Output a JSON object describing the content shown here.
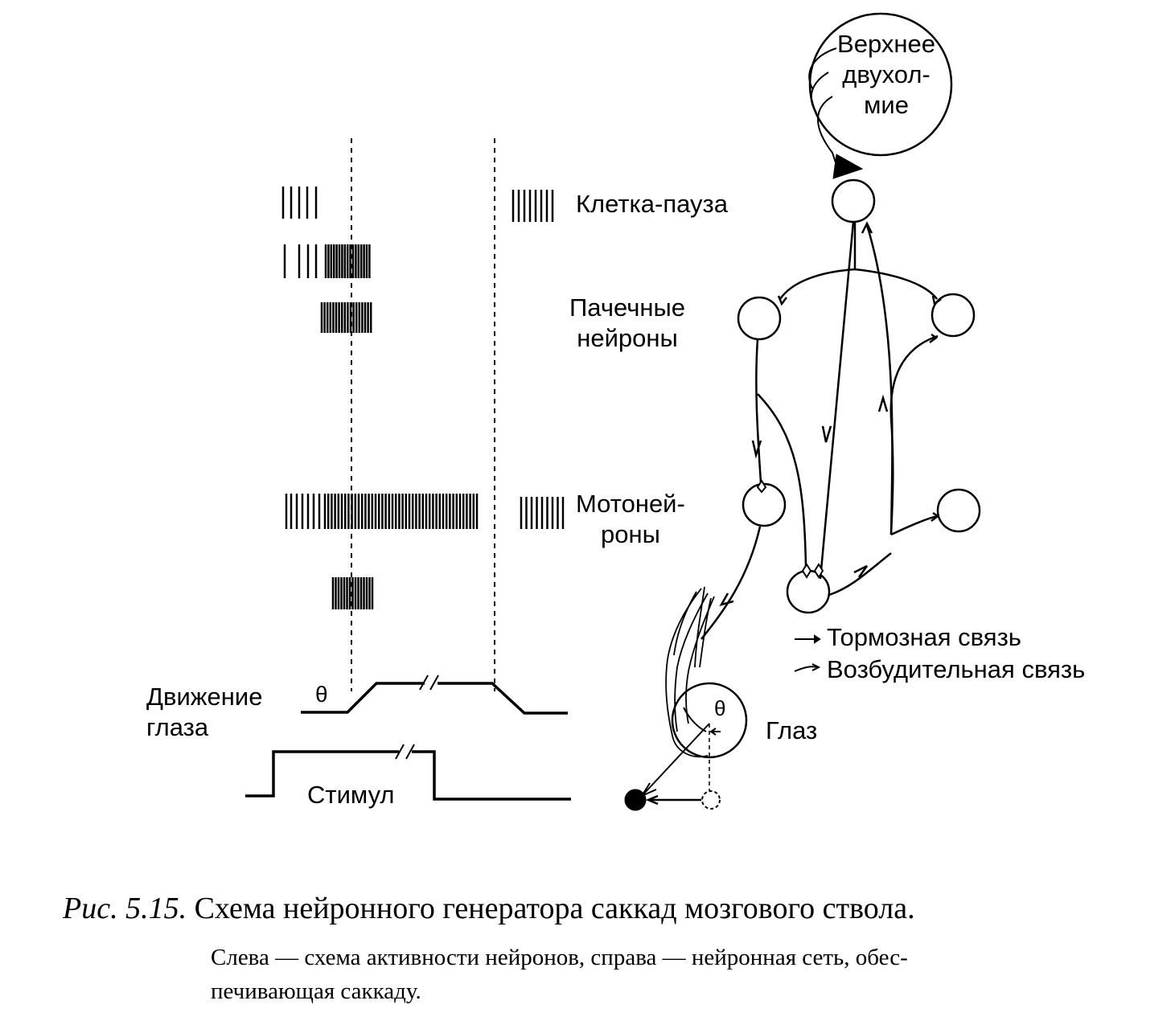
{
  "labels": {
    "superior_colliculus": [
      "Верхнее",
      "двухол-",
      "мие"
    ],
    "pause_cell": "Клетка-пауза",
    "burst_neurons": [
      "Пачечные",
      "нейроны"
    ],
    "motoneurons": [
      "Мотоней-",
      "роны"
    ],
    "eye_movement": [
      "Движение",
      "глаза"
    ],
    "stimulus": "Стимул",
    "eye": "Глаз",
    "theta": "θ"
  },
  "legend": {
    "inhibitory": "Тормозная связь",
    "excitatory": "Возбудительная связь"
  },
  "caption": {
    "figure_number": "Рис.  5.15.",
    "title": "Схема нейронного генератора саккад мозгового ствола.",
    "description_line1": "Слева — схема активности нейронов, справа  — нейронная сеть, обес-",
    "description_line2": "печивающая саккаду."
  }
}
